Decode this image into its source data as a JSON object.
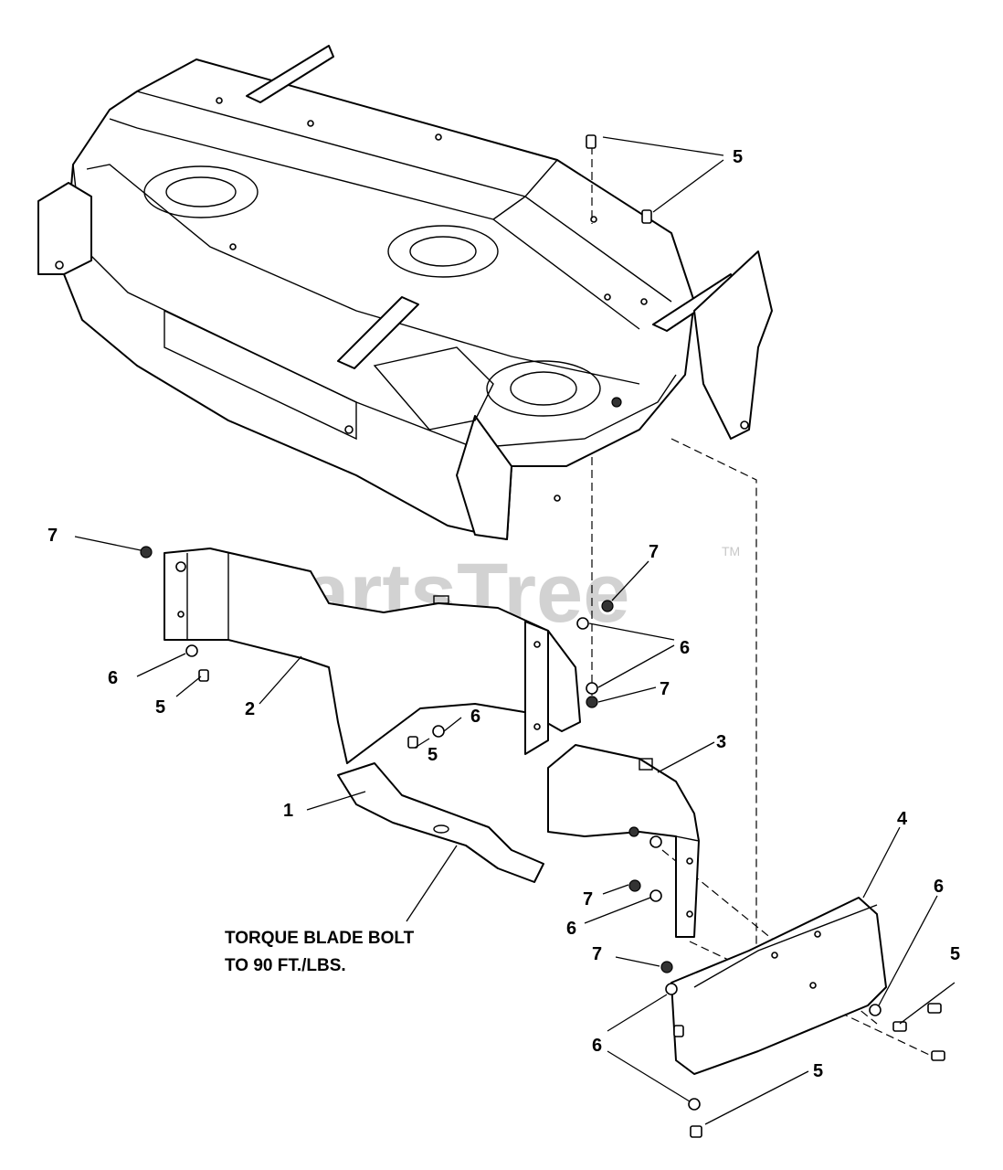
{
  "watermark": {
    "text": "PartsTree",
    "trademark": "TM"
  },
  "callouts": {
    "c1": "1",
    "c2": "2",
    "c3": "3",
    "c4": "4",
    "c5_top": "5",
    "c5_left": "5",
    "c5_mid": "5",
    "c5_right": "5",
    "c5_bottom": "5",
    "c6_left": "6",
    "c6_mid": "6",
    "c6_upper": "6",
    "c6_lower": "6",
    "c6_right": "6",
    "c6_bottom": "6",
    "c7_left": "7",
    "c7_upper": "7",
    "c7_mid": "7",
    "c7_lower": "7",
    "c7_bottom": "7"
  },
  "note": {
    "line1": "TORQUE BLADE BOLT",
    "line2": "TO 90 FT./LBS."
  }
}
